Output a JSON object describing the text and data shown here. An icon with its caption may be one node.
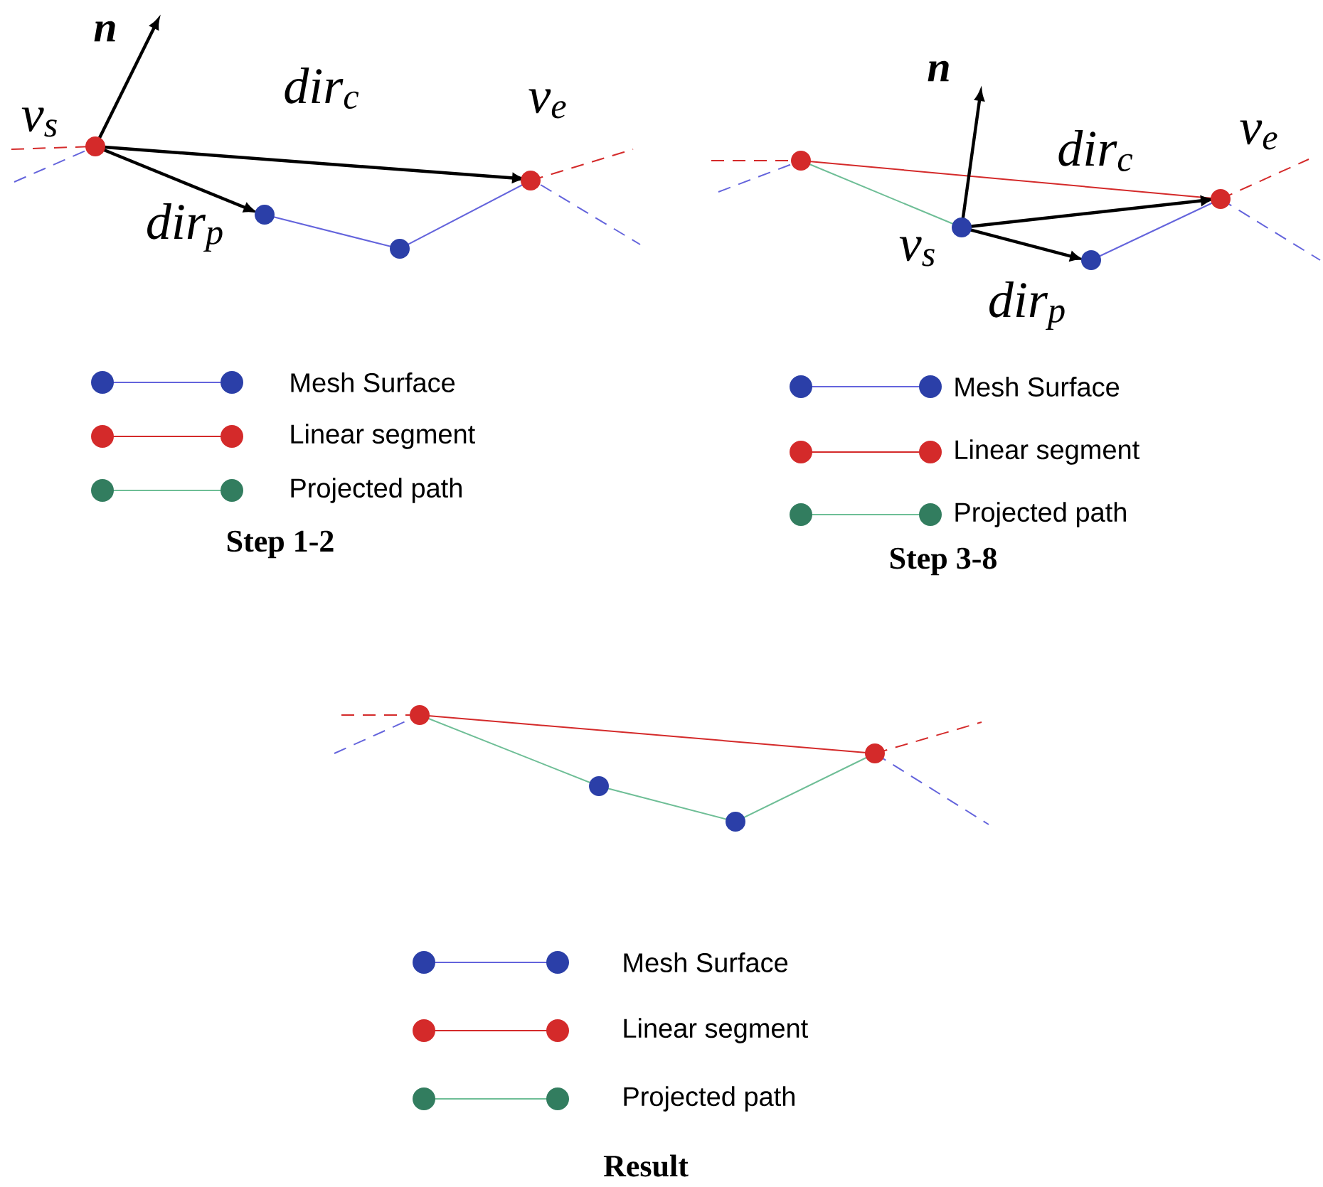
{
  "diagram": {
    "labels": [
      "n",
      "dir$_{c}$",
      "v$_{s}$",
      "v$_{e}$",
      "dir$_{p}$",
      "n",
      "v$_{e}$",
      "dir$_{c}$",
      "v$_{s}$",
      "dir$_{p}$",
      "Step 1-2",
      "Step 3-8",
      "Result"
    ],
    "legend": [
      {
        "text": "Mesh Surface"
      },
      {
        "text": "Linear segment"
      },
      {
        "text": "Projected path"
      },
      {
        "text": "Mesh Surface"
      },
      {
        "text": "Linear segment"
      },
      {
        "text": "Projected path"
      },
      {
        "text": "Mesh Surface"
      },
      {
        "text": "Linear segment"
      },
      {
        "text": "Projected path"
      }
    ]
  }
}
